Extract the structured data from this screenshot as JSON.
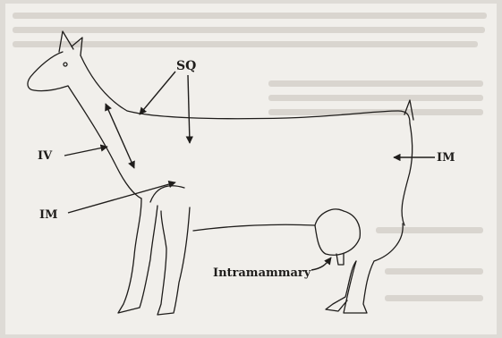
{
  "diagram": {
    "labels": {
      "subcutaneous": "SQ",
      "intravenous": "IV",
      "intramuscular_hind": "IM",
      "intramuscular_neck": "IM",
      "intramammary": "Intramammary"
    },
    "colors": {
      "paper": "#f1efeb",
      "ink": "#1f1d1b",
      "faded_text": "#d9d5cf"
    }
  }
}
